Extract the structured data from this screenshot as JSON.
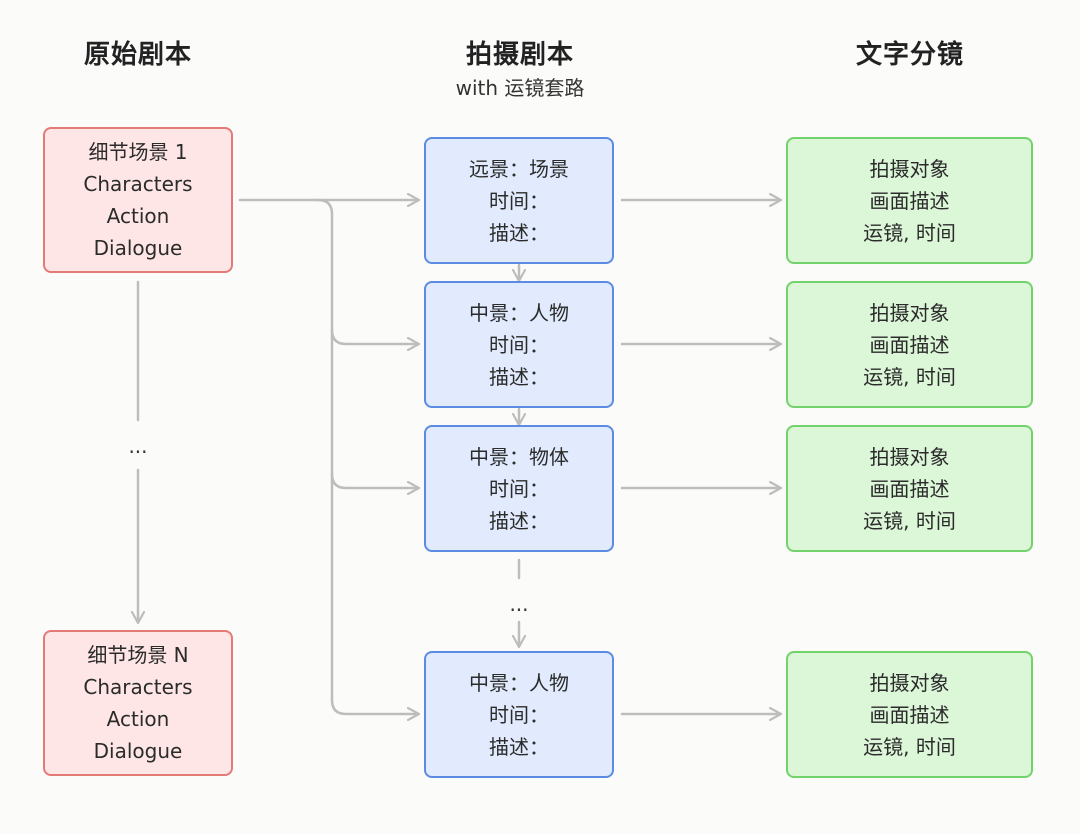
{
  "columns": [
    {
      "title": "原始剧本",
      "subtitle": ""
    },
    {
      "title": "拍摄剧本",
      "subtitle": "with 运镜套路"
    },
    {
      "title": "文字分镜",
      "subtitle": ""
    }
  ],
  "script_nodes": [
    {
      "lines": [
        "细节场景 1",
        "Characters",
        "Action",
        "Dialogue"
      ]
    },
    {
      "lines": [
        "细节场景 N",
        "Characters",
        "Action",
        "Dialogue"
      ]
    }
  ],
  "script_ellipsis": "...",
  "shot_nodes": [
    {
      "lines": [
        "远景：场景",
        "时间：",
        "描述："
      ]
    },
    {
      "lines": [
        "中景：人物",
        "时间：",
        "描述："
      ]
    },
    {
      "lines": [
        "中景：物体",
        "时间：",
        "描述："
      ]
    },
    {
      "lines": [
        "中景：人物",
        "时间：",
        "描述："
      ]
    }
  ],
  "shot_ellipsis": "...",
  "storyboard_nodes": [
    {
      "lines": [
        "拍摄对象",
        "画面描述",
        "运镜, 时间"
      ]
    },
    {
      "lines": [
        "拍摄对象",
        "画面描述",
        "运镜, 时间"
      ]
    },
    {
      "lines": [
        "拍摄对象",
        "画面描述",
        "运镜, 时间"
      ]
    },
    {
      "lines": [
        "拍摄对象",
        "画面描述",
        "运镜, 时间"
      ]
    }
  ],
  "colors": {
    "edge": "#bdbdbd",
    "red_fill": "#fde6e5",
    "red_border": "#e47a78",
    "blue_fill": "#e1ebfd",
    "blue_border": "#5b8ce2",
    "green_fill": "#dcf6d8",
    "green_border": "#73d36b"
  }
}
